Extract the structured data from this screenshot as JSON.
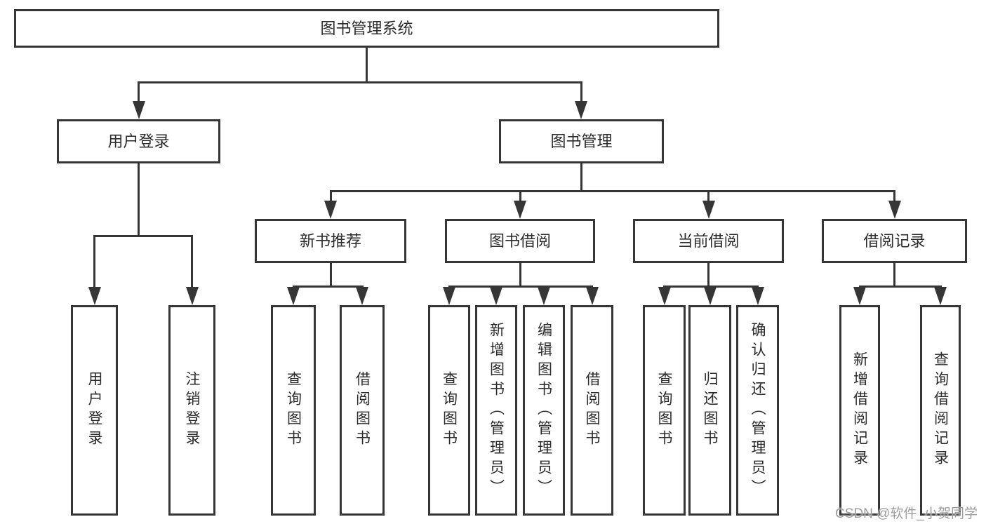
{
  "diagram": {
    "type": "hierarchy-tree",
    "root": {
      "label": "图书管理系统"
    },
    "level2": [
      {
        "id": "user-login",
        "label": "用户登录",
        "parent": "图书管理系统"
      },
      {
        "id": "book-management",
        "label": "图书管理",
        "parent": "图书管理系统"
      }
    ],
    "level3": [
      {
        "id": "new-book-recommendation",
        "label": "新书推荐",
        "parent": "图书管理"
      },
      {
        "id": "book-borrowing",
        "label": "图书借阅",
        "parent": "图书管理"
      },
      {
        "id": "current-borrowing",
        "label": "当前借阅",
        "parent": "图书管理"
      },
      {
        "id": "borrowing-records",
        "label": "借阅记录",
        "parent": "图书管理"
      }
    ],
    "leaves": [
      {
        "label": "用户登录",
        "parent": "用户登录"
      },
      {
        "label": "注销登录",
        "parent": "用户登录"
      },
      {
        "label": "查询图书",
        "parent": "新书推荐"
      },
      {
        "label": "借阅图书",
        "parent": "新书推荐"
      },
      {
        "label": "查询图书",
        "parent": "图书借阅"
      },
      {
        "label": "新增图书（管理员）",
        "parent": "图书借阅"
      },
      {
        "label": "编辑图书（管理员）",
        "parent": "图书借阅"
      },
      {
        "label": "借阅图书",
        "parent": "图书借阅"
      },
      {
        "label": "查询图书",
        "parent": "当前借阅"
      },
      {
        "label": "归还图书",
        "parent": "当前借阅"
      },
      {
        "label": "确认归还（管理员）",
        "parent": "当前借阅"
      },
      {
        "label": "新增借阅记录",
        "parent": "借阅记录"
      },
      {
        "label": "查询借阅记录",
        "parent": "借阅记录"
      }
    ]
  },
  "watermark": "CSDN @软件_小贺同学",
  "colors": {
    "line": "#363636",
    "text": "#2b2b2b",
    "watermark": "#9c9c9c",
    "background": "#ffffff"
  }
}
